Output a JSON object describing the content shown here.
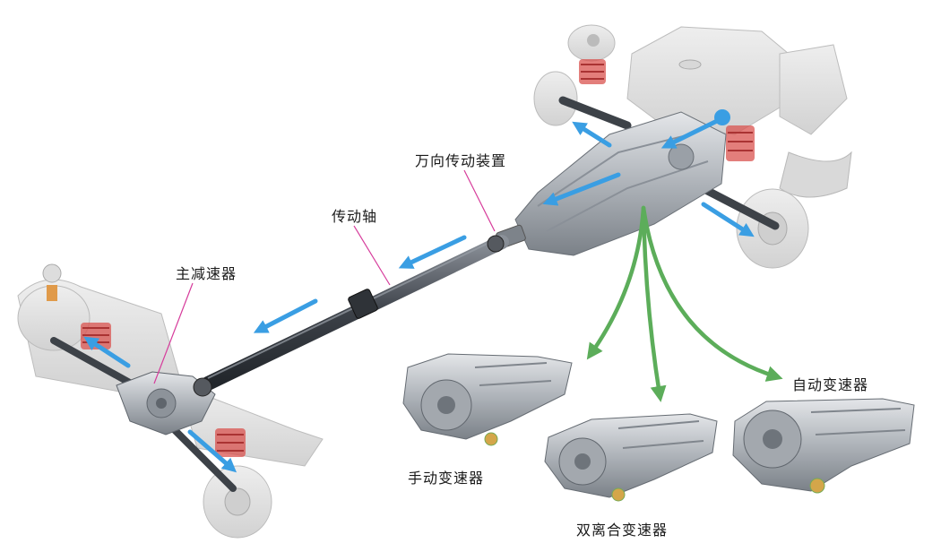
{
  "labels": {
    "universal_joint": "万向传动装置",
    "drive_shaft": "传动轴",
    "final_drive": "主减速器",
    "manual_gearbox": "手动变速器",
    "dual_clutch_gearbox": "双离合变速器",
    "automatic_gearbox": "自动变速器"
  },
  "colors": {
    "flow_arrow": "#3a9ee3",
    "option_arrow": "#5cad5a",
    "leader_line": "#d63b9b",
    "metal_dark": "#4a4f55",
    "metal_light": "#c9ccd0"
  }
}
